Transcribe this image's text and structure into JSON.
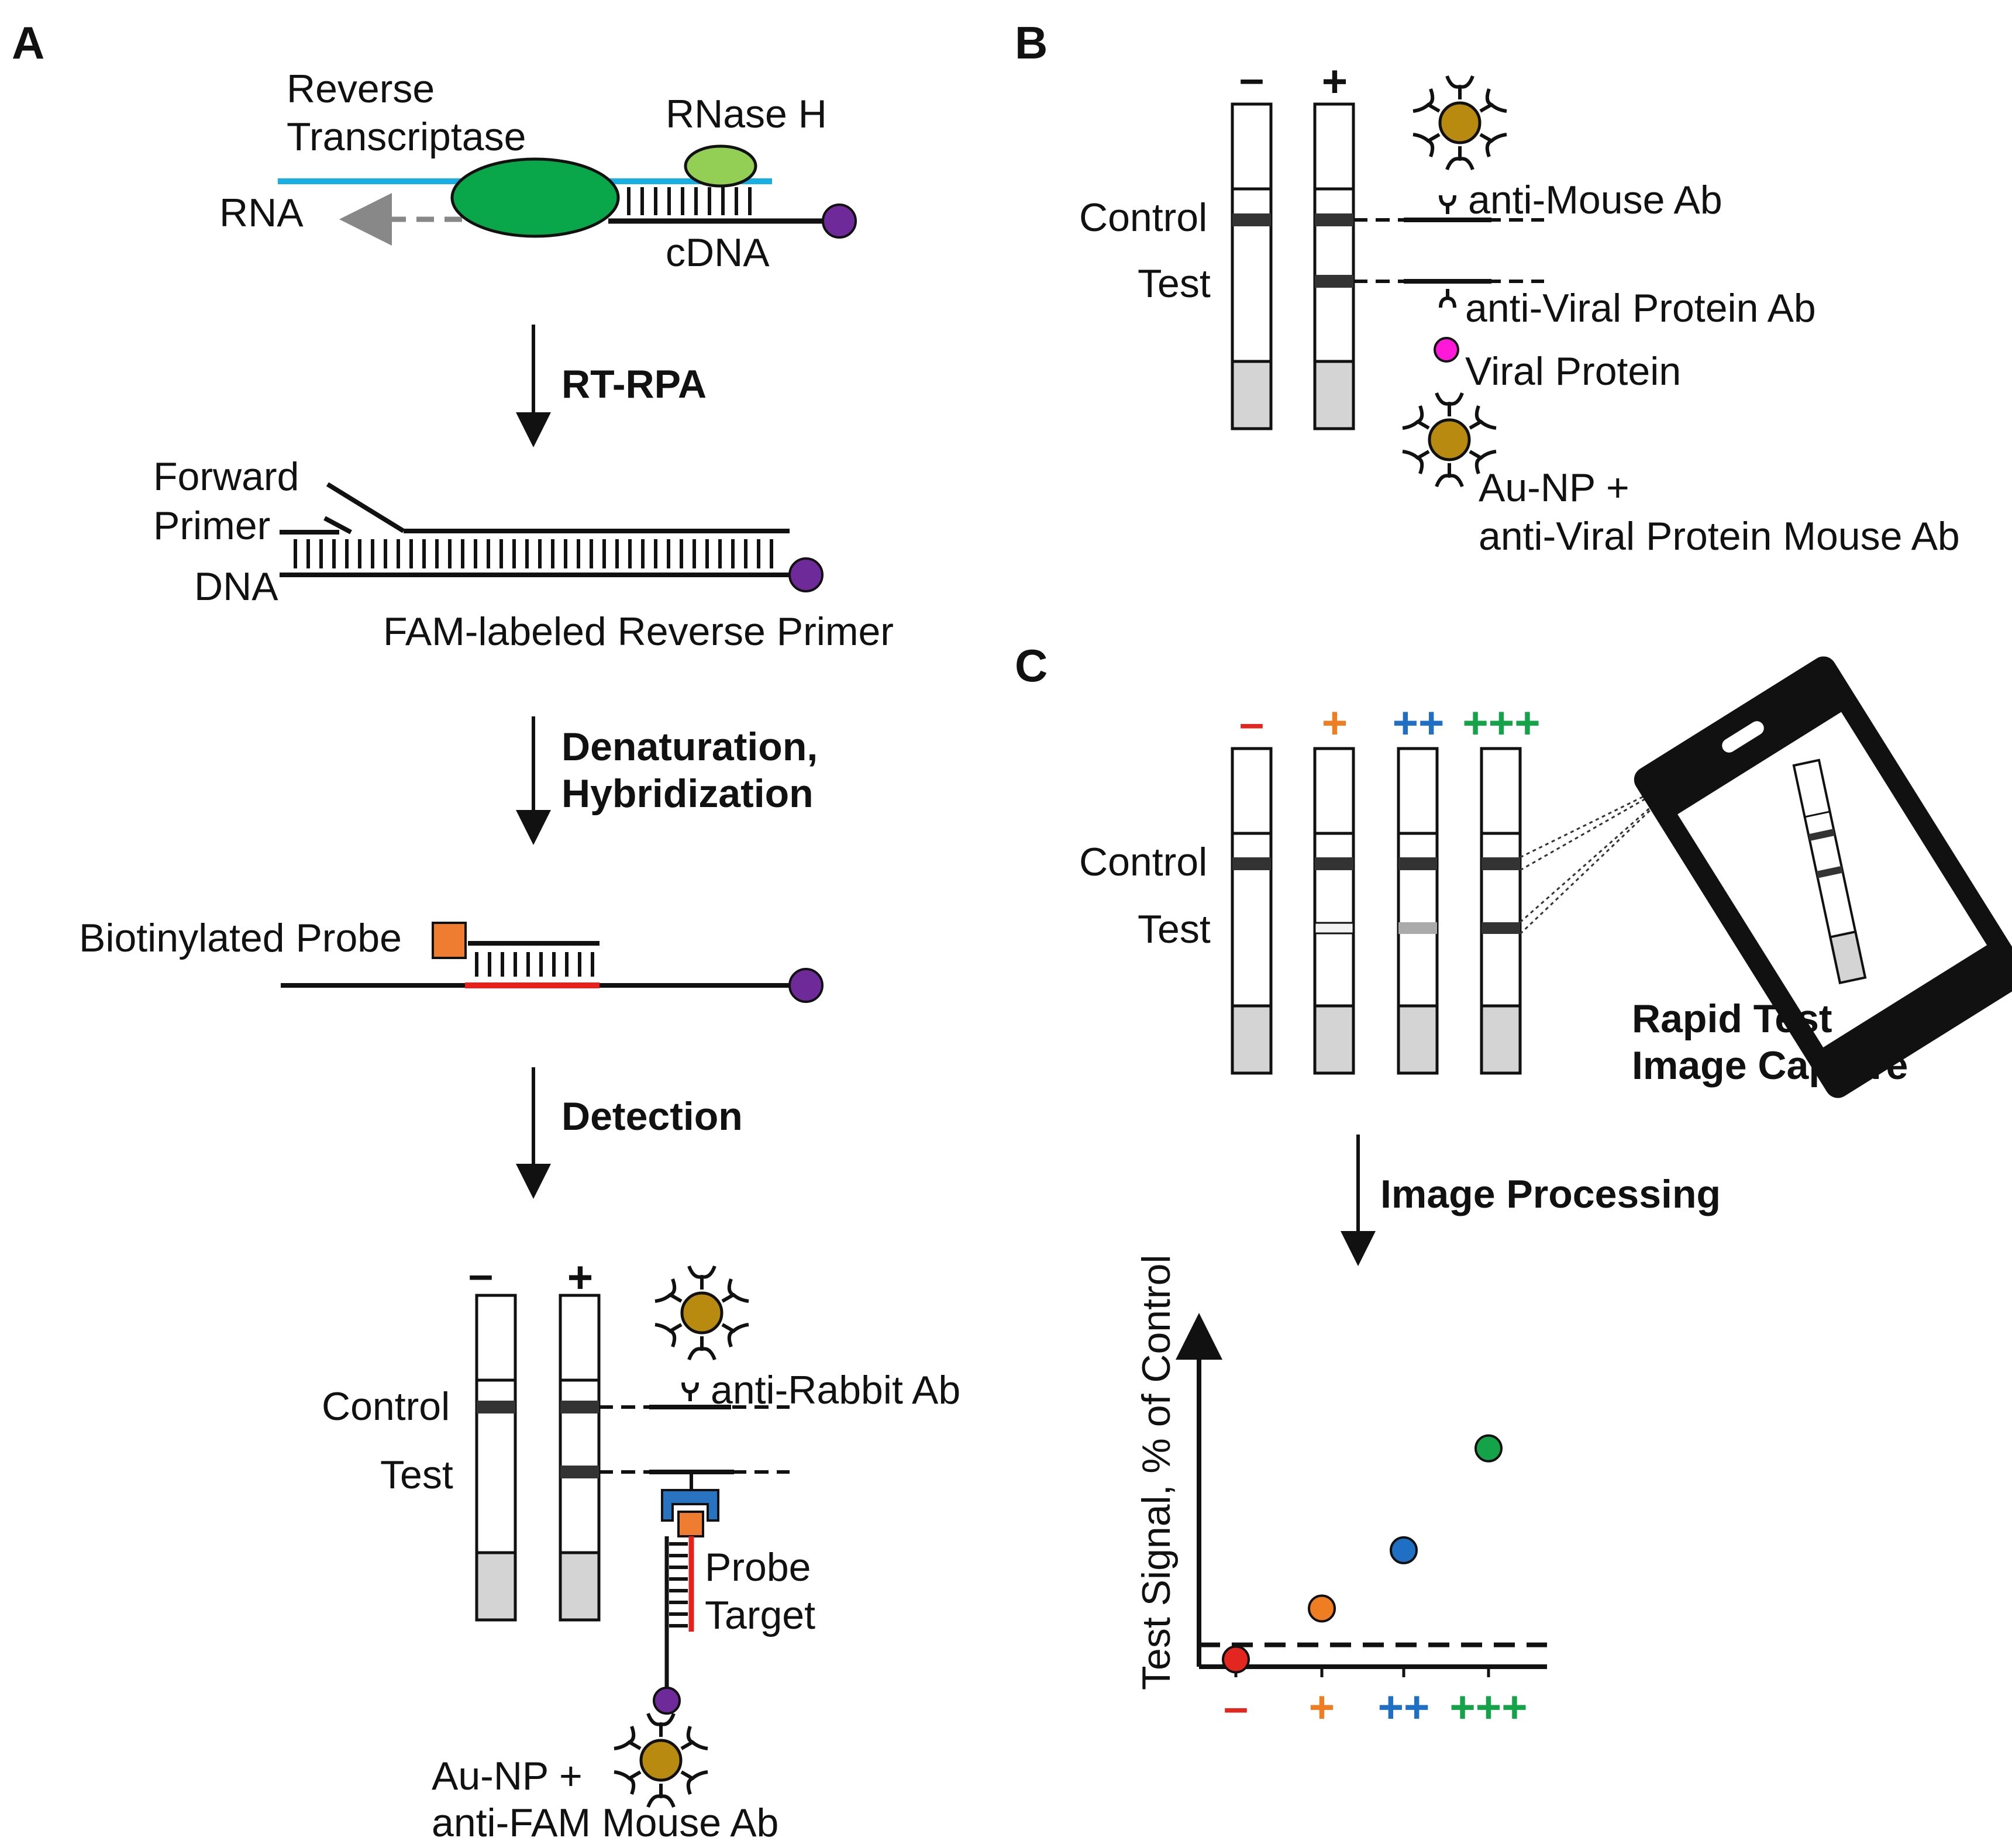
{
  "panels": {
    "a": "A",
    "b": "B",
    "c": "C"
  },
  "panel_a": {
    "step1": {
      "enzyme_line1": "Reverse",
      "enzyme_line2": "Transcriptase",
      "rnase": "RNase H",
      "rna": "RNA",
      "cdna": "cDNA"
    },
    "arrow1": "RT-RPA",
    "step2": {
      "primer_line1": "Forward",
      "primer_line2": "Primer",
      "dna": "DNA",
      "reverse_primer": "FAM-labeled Reverse Primer"
    },
    "arrow2_line1": "Denaturation,",
    "arrow2_line2": "Hybridization",
    "step3": {
      "probe": "Biotinylated Probe"
    },
    "arrow3": "Detection",
    "strip": {
      "neg": "–",
      "pos": "+",
      "control": "Control",
      "test": "Test",
      "control_ab": "anti-Rabbit Ab",
      "probe": "Probe",
      "target": "Target",
      "aunp_line1": "Au-NP +",
      "aunp_line2": "anti-FAM Mouse Ab"
    }
  },
  "panel_b": {
    "neg": "–",
    "pos": "+",
    "control": "Control",
    "test": "Test",
    "control_ab": "anti-Mouse Ab",
    "test_ab": "anti-Viral Protein Ab",
    "viral_protein": "Viral Protein",
    "aunp_line1": "Au-NP +",
    "aunp_line2": "anti-Viral Protein Mouse Ab"
  },
  "panel_c": {
    "levels": [
      {
        "label": "–",
        "color": "#e3261f"
      },
      {
        "label": "+",
        "color": "#ef7d22"
      },
      {
        "label": "++",
        "color": "#1f6fc5"
      },
      {
        "label": "+++",
        "color": "#15a34a"
      }
    ],
    "control": "Control",
    "test": "Test",
    "capture_line1": "Rapid Test",
    "capture_line2": "Image Capture",
    "processing": "Image Processing"
  },
  "chart_data": {
    "type": "scatter",
    "ylabel": "Test Signal, % of Control",
    "xlabel": "",
    "categories": [
      "–",
      "+",
      "++",
      "+++"
    ],
    "values": [
      0.1,
      0.8,
      1.6,
      3.0
    ],
    "point_colors": [
      "#e3261f",
      "#ef7d22",
      "#1f6fc5",
      "#15a34a"
    ],
    "threshold": 0.3,
    "ylim": [
      0,
      4.5
    ],
    "grid": false
  },
  "colors": {
    "rna": "#18aee6",
    "enzyme": "#0aa64a",
    "rnase": "#93cf55",
    "fam": "#6f2a9a",
    "biotin": "#ef7d31",
    "target": "#e8201c",
    "streptavidin": "#2a73c0",
    "gold": "#b88a10",
    "viral_protein": "#ff18d8",
    "pad": "#d4d4d4",
    "band": "#333333"
  },
  "icons": [
    "gold-nanoparticle-icon",
    "antibody-icon",
    "smartphone-icon"
  ]
}
